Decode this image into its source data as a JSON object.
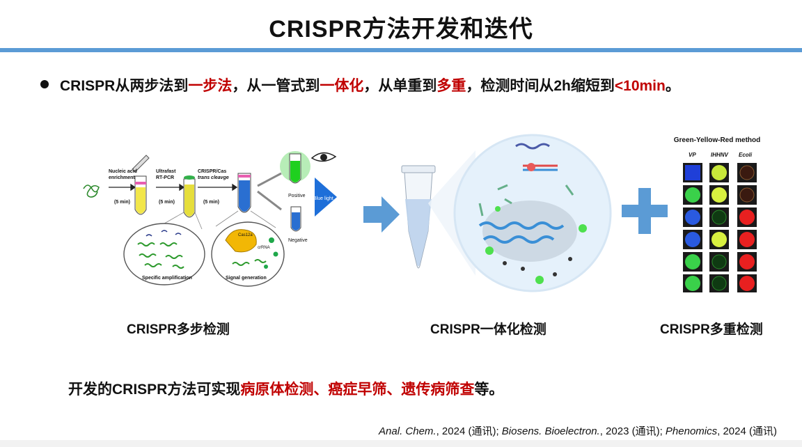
{
  "slide": {
    "title": "CRISPR方法开发和迭代",
    "bullet": {
      "s1": "CRISPR从两步法到",
      "h1": "一步法",
      "s2": "，从一管式到",
      "h2": "一体化",
      "s3": "，从单重到",
      "h3": "多重",
      "s4": "，检测时间从2h缩短到",
      "h4": "<10min",
      "s5": "。"
    },
    "colors": {
      "accent": "#5b9bd5",
      "highlight": "#c00000",
      "text": "#111111"
    }
  },
  "figure_multistep": {
    "step1": [
      "Nucleic acid",
      "enrichment",
      "(5 min)"
    ],
    "step2": [
      "Ultrafast",
      "RT-PCR",
      "(5 min)"
    ],
    "step3": [
      "CRISPR/Cas",
      "trans cleavge",
      "(5 min)"
    ],
    "positive": "Positive",
    "negative": "Negative",
    "blue_light": "Blue light",
    "circle1": "Specific amplification",
    "circle2": "Signal generation",
    "cas": "Cas12a",
    "crrna": "crRNA"
  },
  "figure_multiplex": {
    "title": "Green-Yellow-Red method",
    "columns": [
      "VP",
      "IHHNV",
      "Ecoli"
    ]
  },
  "captions": {
    "multistep": "CRISPR多步检测",
    "integrated": "CRISPR一体化检测",
    "multiplex": "CRISPR多重检测"
  },
  "summary": {
    "s1": "开发的CRISPR方法可实现",
    "h1": "病原体检测、癌症早筛、遗传病筛查",
    "s2": "等。"
  },
  "references": {
    "j1": "Anal. Chem.",
    "t1": ", 2024 (通讯); ",
    "j2": "Biosens. Bioelectron.",
    "t2": ", 2023 (通讯); ",
    "j3": "Phenomics",
    "t3": ", 2024 (通讯)"
  }
}
